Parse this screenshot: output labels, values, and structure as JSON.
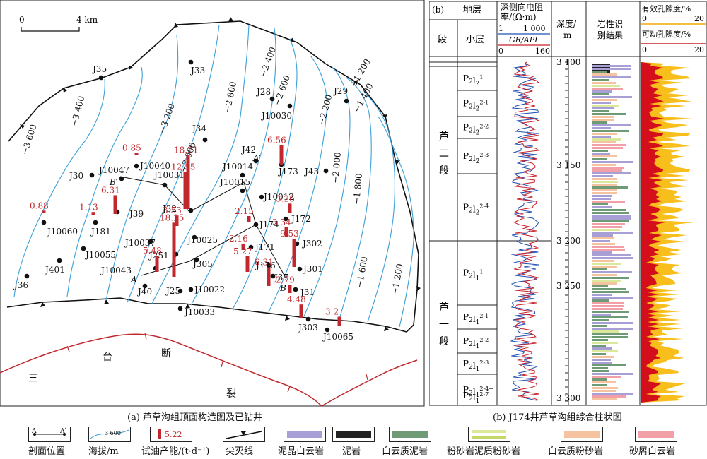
{
  "map": {
    "scale_labels": [
      "0",
      "4 km"
    ],
    "caption": "(a) 芦草沟组顶面构造图及已钻井",
    "contours": [
      "−3 600",
      "−3 400",
      "−3 200",
      "−3 000",
      "−2 800",
      "−2 600",
      "−2 400",
      "−2 200",
      "−2 000",
      "−1 800",
      "−1 600",
      "−1 400",
      "−1 200",
      "−1 200"
    ],
    "wells": [
      "J35",
      "J33",
      "J28",
      "J29",
      "J10030",
      "J34",
      "J42",
      "J30",
      "J10040",
      "J10047",
      "J10031",
      "J10014",
      "J173",
      "J43",
      "J10015",
      "J10012",
      "J39",
      "J32",
      "J181",
      "J10060",
      "J172",
      "J174",
      "J10037",
      "J10025",
      "J302",
      "J10055",
      "J171",
      "J251",
      "J305",
      "J176",
      "J301",
      "J10043",
      "J401",
      "J37",
      "J36",
      "J40",
      "J25",
      "J10022",
      "J31",
      "J10033",
      "J303",
      "J10065"
    ],
    "productions": [
      "0.85",
      "6.31",
      "0.88",
      "1.13",
      "12.55",
      "18.21",
      "3.53",
      "5.48",
      "18.25",
      "2.15",
      "6.56",
      "3.26",
      "3.34",
      "9.53",
      "2.16",
      "5.27",
      "6.31",
      "2.79",
      "4.48",
      "3.2"
    ],
    "section_labels": [
      "A",
      "A′",
      "B",
      "B′"
    ],
    "fault_labels": [
      "三",
      "台",
      "断",
      "裂"
    ]
  },
  "column": {
    "tag": "(b)",
    "header_formation": "地层",
    "header_segment": "段",
    "header_sublayer": "小层",
    "header_resistivity": [
      "深侧向电阻",
      "率/(Ω·m)"
    ],
    "res_scale": [
      "1",
      "1 000"
    ],
    "gr_label": "GR/API",
    "gr_scale": [
      "0",
      "160"
    ],
    "header_depth": [
      "深度/",
      "m"
    ],
    "header_litho": [
      "岩性识",
      "别结果"
    ],
    "header_porosity": "有效孔隙度/%",
    "poro_scale": [
      "0",
      "20"
    ],
    "header_movable": "可动孔隙度/%",
    "mov_scale": [
      "0",
      "20"
    ],
    "depths": [
      "3 100",
      "3 150",
      "3 200",
      "3 250",
      "3 300"
    ],
    "segments": [
      "芦二段",
      "芦一段"
    ],
    "sublayers": [
      {
        "base": "P",
        "sub2": "2",
        "mid": "l",
        "sub2b": "2",
        "sup": "1"
      },
      {
        "base": "P",
        "sub2": "2",
        "mid": "l",
        "sub2b": "2",
        "sup": "2-1"
      },
      {
        "base": "P",
        "sub2": "2",
        "mid": "l",
        "sub2b": "2",
        "sup": "2-2"
      },
      {
        "base": "P",
        "sub2": "2",
        "mid": "l",
        "sub2b": "2",
        "sup": "2-3"
      },
      {
        "base": "P",
        "sub2": "2",
        "mid": "l",
        "sub2b": "2",
        "sup": "2-4"
      },
      {
        "base": "P",
        "sub2": "2",
        "mid": "l",
        "sub2b": "1",
        "sup": "1"
      },
      {
        "base": "P",
        "sub2": "2",
        "mid": "l",
        "sub2b": "1",
        "sup": "2-1"
      },
      {
        "base": "P",
        "sub2": "2",
        "mid": "l",
        "sub2b": "1",
        "sup": "2-2"
      },
      {
        "base": "P",
        "sub2": "2",
        "mid": "l",
        "sub2b": "1",
        "sup": "2-3"
      },
      {
        "base": "P",
        "sub2": "2",
        "mid": "l",
        "sub2b": "1",
        "sup": "2-4−"
      },
      {
        "base": "P",
        "sub2": "2",
        "mid": "l",
        "sub2b": "1",
        "sup": "2-7"
      }
    ],
    "caption": "(b) J174井芦草沟组综合柱状图"
  },
  "legend": [
    {
      "label": "剖面位置",
      "icon": "section-line-icon",
      "sample": "A—A′"
    },
    {
      "label": "海拔/m",
      "icon": "contour-icon",
      "sample": "3 600"
    },
    {
      "label": "试油产能/(t·d⁻¹)",
      "icon": "production-bar-icon",
      "sample": "5.22"
    },
    {
      "label": "尖灭线",
      "icon": "pinchout-line-icon"
    },
    {
      "label": "泥晶白云岩",
      "icon": "micritic-dolomite-swatch",
      "color": "#a89fd6"
    },
    {
      "label": "泥岩",
      "icon": "mudstone-swatch",
      "color": "#222222"
    },
    {
      "label": "白云质泥岩",
      "icon": "dolomitic-mudstone-swatch",
      "color": "#6f9a76"
    },
    {
      "label": "粉砂岩泥质粉砂岩",
      "icon": "siltstone-swatch",
      "color": "#d9e89a"
    },
    {
      "label": "白云质粉砂岩",
      "icon": "dolomitic-siltstone-swatch",
      "color": "#f6c3a0"
    },
    {
      "label": "砂屑白云岩",
      "icon": "sandy-dolomite-swatch",
      "color": "#f1a0a8"
    }
  ]
}
